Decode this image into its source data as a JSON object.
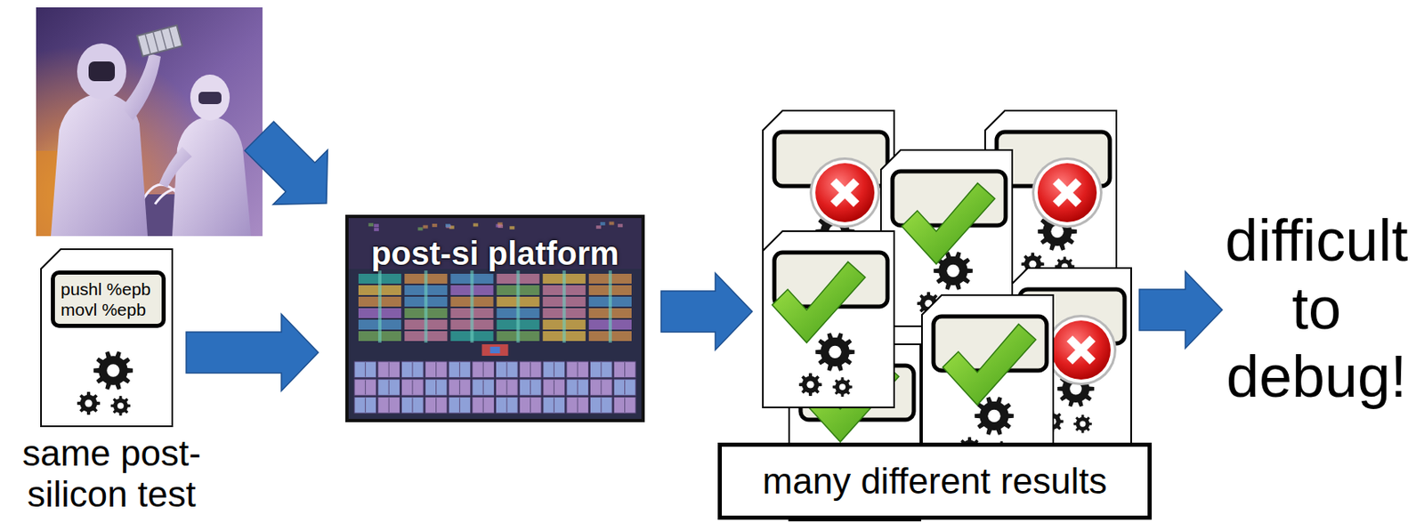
{
  "diagram": {
    "nodes": [
      {
        "text": [
          "pushl %epb movl %epb",
          "same post-silicon test"
        ]
      },
      {
        "text": [
          "post-si platform"
        ]
      },
      {
        "text": [
          "many different results"
        ]
      }
    ],
    "edges": [
      {
        "from": 0,
        "to": 1,
        "arrow": "to"
      },
      {
        "from": 1,
        "to": 2,
        "arrow": "to"
      }
    ],
    "labels": [
      "difficult to debug!"
    ]
  }
}
